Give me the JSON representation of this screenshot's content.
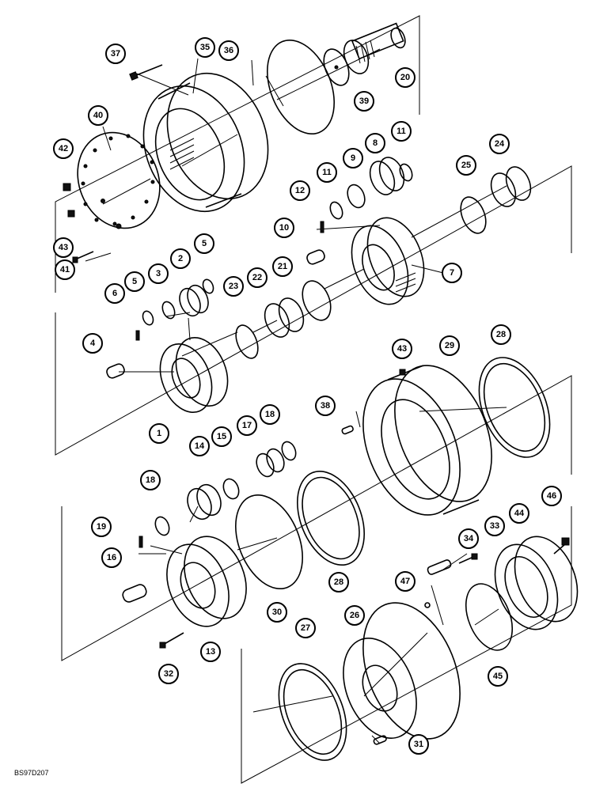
{
  "drawing_code": "BS97D207",
  "callouts": [
    "37",
    "35",
    "36",
    "20",
    "39",
    "40",
    "42",
    "43",
    "41",
    "11",
    "9",
    "8",
    "24",
    "25",
    "12",
    "10",
    "7",
    "21",
    "22",
    "23",
    "5",
    "2",
    "3",
    "6",
    "4",
    "1",
    "43",
    "29",
    "28",
    "38",
    "18",
    "17",
    "14",
    "15",
    "18",
    "19",
    "16",
    "13",
    "30",
    "28",
    "32",
    "34",
    "33",
    "44",
    "46",
    "47",
    "26",
    "27",
    "45",
    "31"
  ]
}
